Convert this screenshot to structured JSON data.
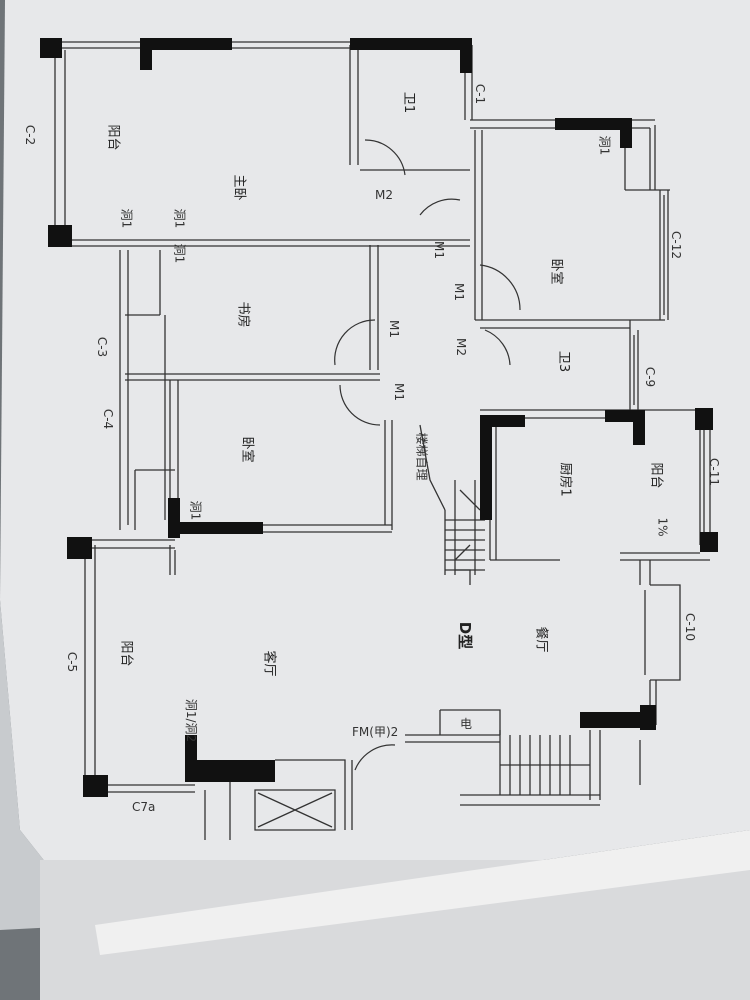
{
  "plan": {
    "type_label": "D型",
    "rooms": {
      "balcony_master": "阳台",
      "master_bedroom": "主卧",
      "bath1": "卫1",
      "bedroom_ne": "卧室",
      "bath3": "卫3",
      "study": "书房",
      "bedroom_mid": "卧室",
      "kitchen": "厨房1",
      "balcony_kitchen": "阳台",
      "living_room": "客厅",
      "balcony_living": "阳台",
      "dining_room": "餐厅"
    },
    "openings": {
      "c2": "C-2",
      "c1": "C-1",
      "c12": "C-12",
      "c3": "C-3",
      "c4": "C-4",
      "c9": "C-9",
      "c11": "C-11",
      "c5": "C-5",
      "c10": "C-10",
      "c7a": "C7a",
      "m2_master": "M2",
      "m1_a": "M1",
      "m1_b": "M1",
      "m2_b": "M2",
      "m1_c": "M1",
      "m1_d": "M1",
      "fm": "FM(甲)2",
      "dong1_a": "洞1",
      "dong1_b": "洞1",
      "dong1_c": "洞1",
      "dong1_d": "洞1",
      "dong1_e": "洞1",
      "dong_pair": "洞1/洞2"
    },
    "notes": {
      "stair_note": "楼梯自理",
      "slope": "1%",
      "meter_box": "电"
    }
  }
}
